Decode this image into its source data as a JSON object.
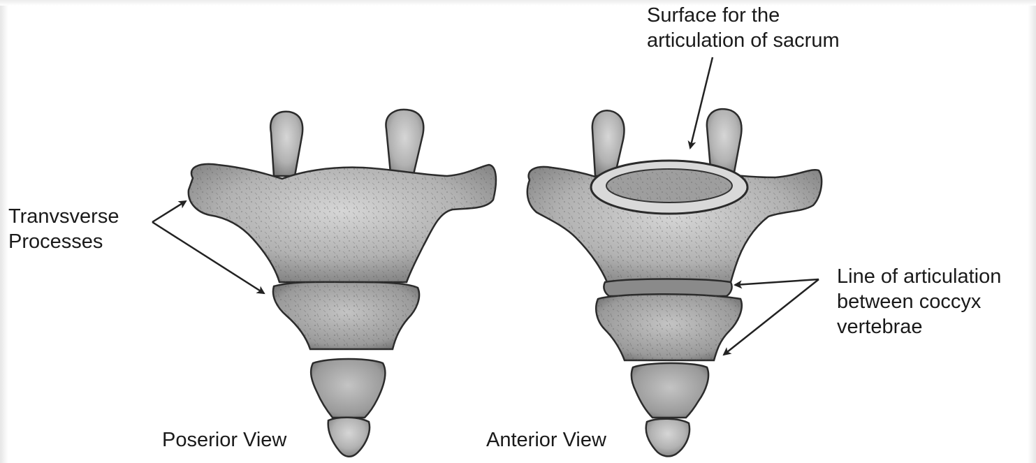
{
  "labels": {
    "surface": [
      "Surface for the",
      "articulation of sacrum"
    ],
    "transverse": [
      "Tranvsverse",
      "Processes"
    ],
    "line_of_articulation": [
      "Line of articulation",
      "between coccyx",
      "vertebrae"
    ],
    "posterior_view": "Poserior View",
    "anterior_view": "Anterior View"
  },
  "colors": {
    "bone_fill": "#b9b9b9",
    "bone_shade": "#7c7c7c",
    "bone_outline": "#2b2b2b",
    "arrow": "#222222",
    "text": "#1a1a1a"
  }
}
